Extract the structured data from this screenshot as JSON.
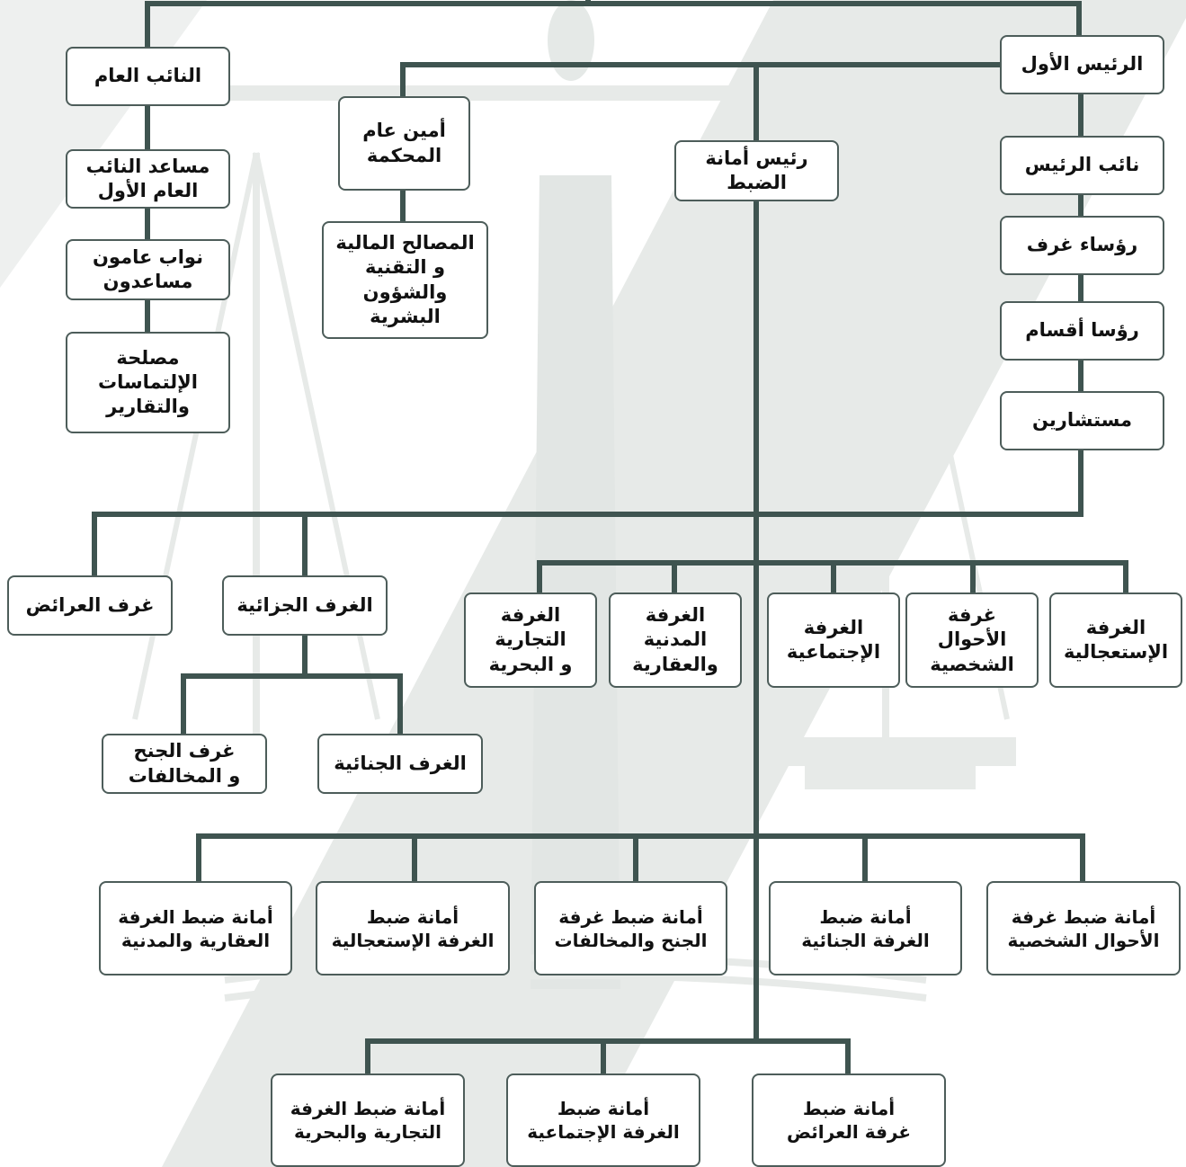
{
  "colors": {
    "line": "#3f5450",
    "box_border": "#4d5d5a",
    "watermark": "#e7eae8",
    "text": "#111111"
  },
  "watermark": {
    "icon": "scales-of-justice-icon"
  },
  "nodes": {
    "first_president": "الرئيس الأول",
    "vice_president": "نائب الرئيس",
    "chamber_heads": "رؤساء غرف",
    "section_heads": "رؤسا أقسام",
    "counselors": "مستشارين",
    "attorney_general": "النائب العام",
    "first_assistant_ag": "مساعد النائب\nالعام الأول",
    "assistant_deputies": "نواب عامون\nمساعدون",
    "petitions_reports": "مصلحة\nالإلتماسات\nوالتقارير",
    "court_secretary": "أمين  عام\nالمحكمة",
    "services": "المصالح المالية\nو التقنية\nوالشؤون البشرية",
    "chief_registrar": "رئيس أمانة\nالضبط",
    "petitions_chambers": "غرف العرائض",
    "criminal_chambers_group": "الغرف الجزائية",
    "commercial_maritime_chamber": "الغرفة\nالتجارية\nو البحرية",
    "civil_realestate_chamber": "الغرفة\nالمدنية\nوالعقارية",
    "social_chamber": "الغرفة\nالإجتماعية",
    "personal_status_chamber": "غرفة\nالأحوال\nالشخصية",
    "urgent_chamber": "الغرفة\nالإستعجالية",
    "misdemeanors_chambers": "غرف الجنح\nو المخالفات",
    "criminal_chambers": "الغرف الجنائية",
    "reg_realestate_civil": "أمانة ضبط الغرفة\nالعقارية والمدنية",
    "reg_urgent": "أمانة ضبط\nالغرفة الإستعجالية",
    "reg_misdemeanors": "أمانة ضبط غرفة\nالجنح والمخالفات",
    "reg_criminal": "أمانة ضبط\nالغرفة الجنائية",
    "reg_personal_status": "أمانة ضبط غرفة\nالأحوال الشخصية",
    "reg_commercial_maritime": "أمانة ضبط الغرفة\nالتجارية والبحرية",
    "reg_social": "أمانة ضبط\nالغرفة الإجتماعية",
    "reg_petitions": "أمانة ضبط\nغرفة العرائض"
  }
}
